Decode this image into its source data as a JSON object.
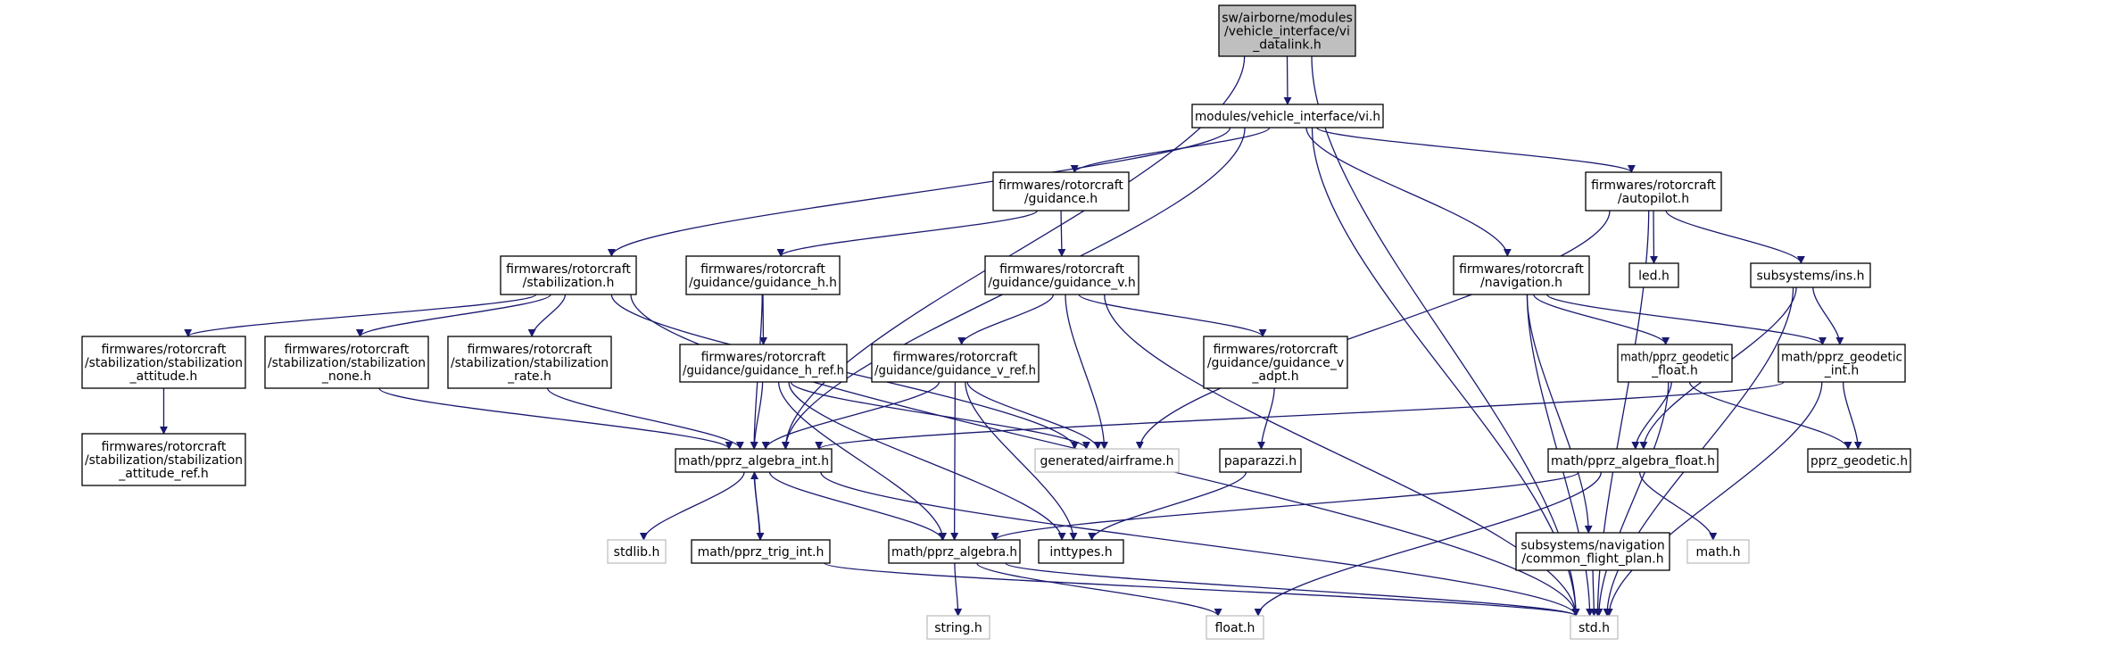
{
  "colors": {
    "edge": "#191970",
    "node_border": "#000000",
    "node_border_external": "#bfbfbf",
    "root_fill": "#bfbfbf",
    "node_fill": "#ffffff"
  },
  "nodes": [
    {
      "id": "root",
      "lines": [
        "sw/airborne/modules",
        "/vehicle_interface/vi",
        "_datalink.h"
      ],
      "kind": "root"
    },
    {
      "id": "vi",
      "lines": [
        "modules/vehicle_interface/vi.h"
      ],
      "kind": "normal"
    },
    {
      "id": "guidance",
      "lines": [
        "firmwares/rotorcraft",
        "/guidance.h"
      ],
      "kind": "normal"
    },
    {
      "id": "autopilot",
      "lines": [
        "firmwares/rotorcraft",
        "/autopilot.h"
      ],
      "kind": "normal"
    },
    {
      "id": "stabilization",
      "lines": [
        "firmwares/rotorcraft",
        "/stabilization.h"
      ],
      "kind": "normal"
    },
    {
      "id": "guidance_h",
      "lines": [
        "firmwares/rotorcraft",
        "/guidance/guidance_h.h"
      ],
      "kind": "normal"
    },
    {
      "id": "guidance_v",
      "lines": [
        "firmwares/rotorcraft",
        "/guidance/guidance_v.h"
      ],
      "kind": "normal"
    },
    {
      "id": "navigation",
      "lines": [
        "firmwares/rotorcraft",
        "/navigation.h"
      ],
      "kind": "normal"
    },
    {
      "id": "led",
      "lines": [
        "led.h"
      ],
      "kind": "normal"
    },
    {
      "id": "ins",
      "lines": [
        "subsystems/ins.h"
      ],
      "kind": "normal"
    },
    {
      "id": "stab_att",
      "lines": [
        "firmwares/rotorcraft",
        "/stabilization/stabilization",
        "_attitude.h"
      ],
      "kind": "normal"
    },
    {
      "id": "stab_none",
      "lines": [
        "firmwares/rotorcraft",
        "/stabilization/stabilization",
        "_none.h"
      ],
      "kind": "normal"
    },
    {
      "id": "stab_rate",
      "lines": [
        "firmwares/rotorcraft",
        "/stabilization/stabilization",
        "_rate.h"
      ],
      "kind": "normal"
    },
    {
      "id": "guidance_h_ref",
      "lines": [
        "firmwares/rotorcraft",
        "/guidance/guidance_h_ref.h"
      ],
      "kind": "normal"
    },
    {
      "id": "guidance_v_ref",
      "lines": [
        "firmwares/rotorcraft",
        "/guidance/guidance_v_ref.h"
      ],
      "kind": "normal"
    },
    {
      "id": "guidance_v_adpt",
      "lines": [
        "firmwares/rotorcraft",
        "/guidance/guidance_v",
        "_adpt.h"
      ],
      "kind": "normal"
    },
    {
      "id": "geo_float",
      "lines": [
        "math/pprz_geodetic",
        "_float.h"
      ],
      "kind": "normal"
    },
    {
      "id": "geo_int",
      "lines": [
        "math/pprz_geodetic",
        "_int.h"
      ],
      "kind": "normal"
    },
    {
      "id": "stab_att_ref",
      "lines": [
        "firmwares/rotorcraft",
        "/stabilization/stabilization",
        "_attitude_ref.h"
      ],
      "kind": "normal"
    },
    {
      "id": "alg_int",
      "lines": [
        "math/pprz_algebra_int.h"
      ],
      "kind": "normal"
    },
    {
      "id": "airframe",
      "lines": [
        "generated/airframe.h"
      ],
      "kind": "external"
    },
    {
      "id": "paparazzi",
      "lines": [
        "paparazzi.h"
      ],
      "kind": "normal"
    },
    {
      "id": "alg_float",
      "lines": [
        "math/pprz_algebra_float.h"
      ],
      "kind": "normal"
    },
    {
      "id": "pprz_geodetic",
      "lines": [
        "pprz_geodetic.h"
      ],
      "kind": "normal"
    },
    {
      "id": "stdlib",
      "lines": [
        "stdlib.h"
      ],
      "kind": "external"
    },
    {
      "id": "trig_int",
      "lines": [
        "math/pprz_trig_int.h"
      ],
      "kind": "normal"
    },
    {
      "id": "alg",
      "lines": [
        "math/pprz_algebra.h"
      ],
      "kind": "normal"
    },
    {
      "id": "inttypes",
      "lines": [
        "inttypes.h"
      ],
      "kind": "normal"
    },
    {
      "id": "common_fp",
      "lines": [
        "subsystems/navigation",
        "/common_flight_plan.h"
      ],
      "kind": "normal"
    },
    {
      "id": "math",
      "lines": [
        "math.h"
      ],
      "kind": "external"
    },
    {
      "id": "string",
      "lines": [
        "string.h"
      ],
      "kind": "external"
    },
    {
      "id": "float",
      "lines": [
        "float.h"
      ],
      "kind": "external"
    },
    {
      "id": "std",
      "lines": [
        "std.h"
      ],
      "kind": "external"
    }
  ],
  "edges": [
    [
      "root",
      "vi"
    ],
    [
      "root",
      "alg_int"
    ],
    [
      "root",
      "std"
    ],
    [
      "vi",
      "guidance"
    ],
    [
      "vi",
      "autopilot"
    ],
    [
      "vi",
      "stabilization"
    ],
    [
      "vi",
      "navigation"
    ],
    [
      "vi",
      "alg_int"
    ],
    [
      "vi",
      "std"
    ],
    [
      "guidance",
      "guidance_h"
    ],
    [
      "guidance",
      "guidance_v"
    ],
    [
      "autopilot",
      "led"
    ],
    [
      "autopilot",
      "ins"
    ],
    [
      "autopilot",
      "airframe"
    ],
    [
      "autopilot",
      "std"
    ],
    [
      "stabilization",
      "stab_att"
    ],
    [
      "stabilization",
      "stab_none"
    ],
    [
      "stabilization",
      "stab_rate"
    ],
    [
      "stabilization",
      "airframe"
    ],
    [
      "stabilization",
      "std"
    ],
    [
      "guidance_h",
      "guidance_h_ref"
    ],
    [
      "guidance_h",
      "alg_int"
    ],
    [
      "guidance_v",
      "guidance_v_ref"
    ],
    [
      "guidance_v",
      "guidance_v_adpt"
    ],
    [
      "guidance_v",
      "airframe"
    ],
    [
      "guidance_v",
      "std"
    ],
    [
      "navigation",
      "geo_float"
    ],
    [
      "navigation",
      "geo_int"
    ],
    [
      "navigation",
      "common_fp"
    ],
    [
      "navigation",
      "std"
    ],
    [
      "ins",
      "geo_int"
    ],
    [
      "ins",
      "alg_float"
    ],
    [
      "ins",
      "std"
    ],
    [
      "stab_att",
      "stab_att_ref"
    ],
    [
      "stab_none",
      "alg_int"
    ],
    [
      "stab_rate",
      "alg_int"
    ],
    [
      "guidance_h_ref",
      "alg_int"
    ],
    [
      "guidance_h_ref",
      "airframe"
    ],
    [
      "guidance_h_ref",
      "alg"
    ],
    [
      "guidance_h_ref",
      "inttypes"
    ],
    [
      "guidance_v_ref",
      "alg_int"
    ],
    [
      "guidance_v_ref",
      "airframe"
    ],
    [
      "guidance_v_ref",
      "alg"
    ],
    [
      "guidance_v_ref",
      "inttypes"
    ],
    [
      "guidance_v_adpt",
      "paparazzi"
    ],
    [
      "geo_float",
      "alg_float"
    ],
    [
      "geo_float",
      "pprz_geodetic"
    ],
    [
      "geo_float",
      "std"
    ],
    [
      "geo_int",
      "alg_int"
    ],
    [
      "geo_int",
      "pprz_geodetic"
    ],
    [
      "geo_int",
      "std"
    ],
    [
      "alg_int",
      "stdlib"
    ],
    [
      "alg_int",
      "trig_int"
    ],
    [
      "alg_int",
      "alg"
    ],
    [
      "alg_int",
      "std"
    ],
    [
      "trig_int",
      "alg_int"
    ],
    [
      "trig_int",
      "std"
    ],
    [
      "paparazzi",
      "inttypes"
    ],
    [
      "alg_float",
      "alg"
    ],
    [
      "alg_float",
      "math"
    ],
    [
      "alg_float",
      "float"
    ],
    [
      "common_fp",
      "std"
    ],
    [
      "alg",
      "string"
    ],
    [
      "alg",
      "float"
    ],
    [
      "alg",
      "std"
    ]
  ]
}
